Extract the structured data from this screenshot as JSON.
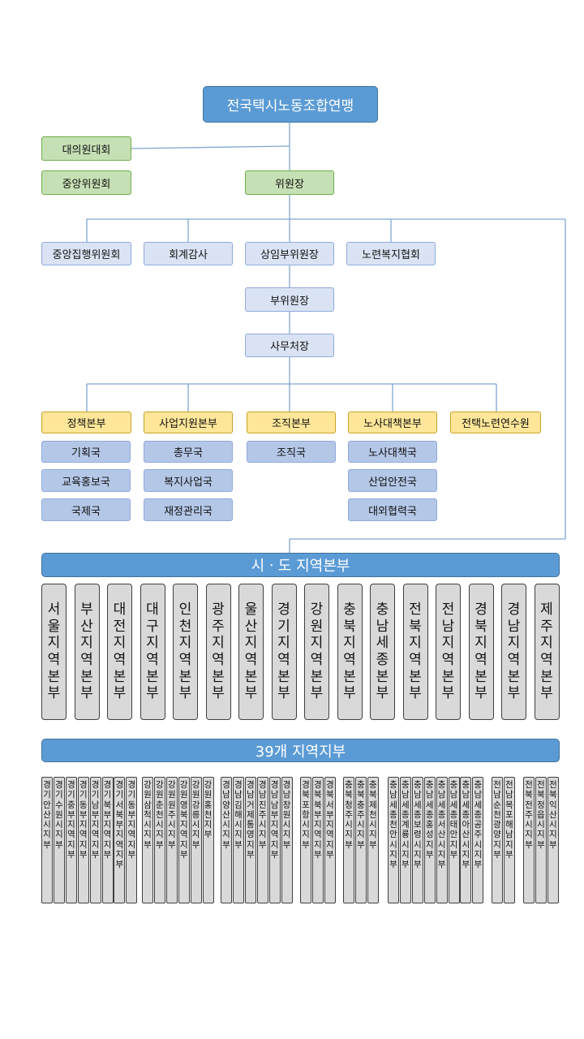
{
  "root": "전국택시노동조합연맹",
  "council": "대의원대회",
  "central_committee": "중앙위원회",
  "chairman": "위원장",
  "level2": [
    "중앙집행위원회",
    "회계감사",
    "상임부위원장",
    "노련복지협회"
  ],
  "vice_chairman": "부위원장",
  "secretary_general": "사무처장",
  "departments": [
    {
      "name": "정책본부",
      "teams": [
        "기획국",
        "교육홍보국",
        "국제국"
      ]
    },
    {
      "name": "사업지원본부",
      "teams": [
        "총무국",
        "복지사업국",
        "재정관리국"
      ]
    },
    {
      "name": "조직본부",
      "teams": [
        "조직국"
      ]
    },
    {
      "name": "노사대책본부",
      "teams": [
        "노사대책국",
        "산업안전국",
        "대외협력국"
      ]
    },
    {
      "name": "전택노련연수원",
      "teams": []
    }
  ],
  "regional_title": "시ㆍ도 지역본부",
  "regions": [
    "서울지역본부",
    "부산지역본부",
    "대전지역본부",
    "대구지역본부",
    "인천지역본부",
    "광주지역본부",
    "울산지역본부",
    "경기지역본부",
    "강원지역본부",
    "충북지역본부",
    "충남세종본부",
    "전북지역본부",
    "전남지역본부",
    "경북지역본부",
    "경남지역본부",
    "제주지역본부"
  ],
  "branch_title": "39개 지역지부",
  "branch_groups": [
    [
      "경기안산시지부",
      "경기수원시지부",
      "경기중부지역지부",
      "경기동부지역지부",
      "경기남부지역지부",
      "경기북부지역지부",
      "경기서북부지역지부",
      "경기동부지역지부"
    ],
    [
      "강원삼척시지부",
      "강원춘천시지부",
      "강원원주시지부",
      "강원영북지역지부",
      "강원강릉시지부",
      "강원홍천지부"
    ],
    [
      "경남양산시지부",
      "경남김해시지부",
      "경남거제통영지부",
      "경남진주시지부",
      "경남남부지역지부",
      "경남창원시지부"
    ],
    [
      "경북포항시지부",
      "경북북부지역지부",
      "경북서부지역지부"
    ],
    [
      "충북청주시지부",
      "충북충주시지부",
      "충북제천시지부"
    ],
    [
      "충남세종천안시지부",
      "충남세종계룡시지부",
      "충남세종보령시지부",
      "충남세종홍성지부",
      "충남세종서산시지부",
      "충남세종태안지부",
      "충남세종아산시지부",
      "충남세종공주시지부"
    ],
    [
      "전남순천광양지부",
      "전남목포해남지부"
    ],
    [
      "전북전주시지부",
      "전북정읍시지부",
      "전북익산시지부"
    ]
  ],
  "colors": {
    "primary": "#5b9bd5",
    "green": "#c5e0b4",
    "lavender": "#dae3f3",
    "yellow": "#ffe699",
    "blue": "#b4c7e7",
    "grey": "#d9d9d9",
    "line": "#7fa7d4"
  }
}
